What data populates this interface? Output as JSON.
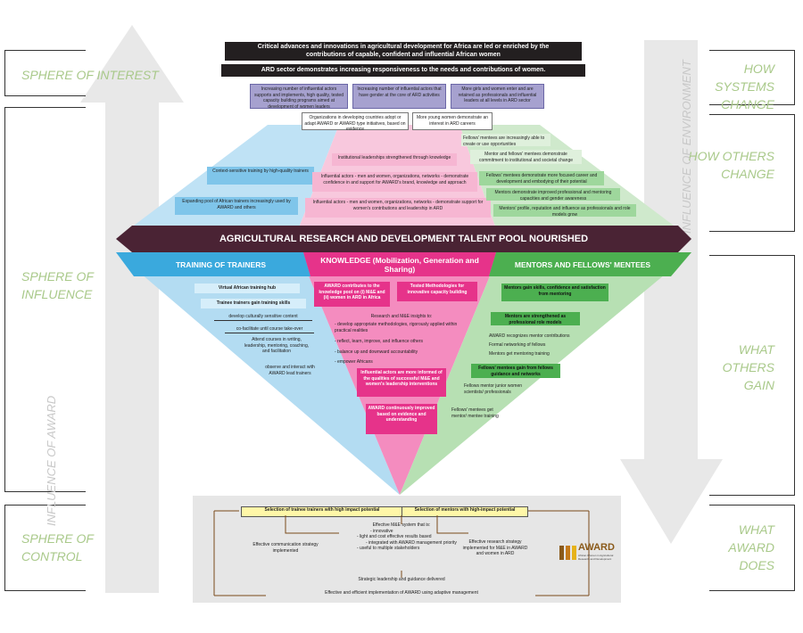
{
  "spheres": {
    "interest": "SPHERE OF INTEREST",
    "influence_line1": "SPHERE OF",
    "influence_line2": "INFLUENCE",
    "control_line1": "SPHERE OF",
    "control_line2": "CONTROL",
    "how_systems_line1": "HOW SYSTEMS",
    "how_systems_line2": "CHANGE",
    "how_others_line1": "HOW OTHERS",
    "how_others_line2": "CHANGE",
    "what_others_line1": "WHAT",
    "what_others_line2": "OTHERS",
    "what_others_line3": "GAIN",
    "what_award_line1": "WHAT",
    "what_award_line2": "AWARD",
    "what_award_line3": "DOES",
    "influence_of_award": "INFLUENCE OF AWARD",
    "influence_of_environment": "INFLUENCE OF ENVIRONMENT"
  },
  "top": {
    "critical_line1": "Critical advances and innovations in agricultural development for Africa are led or enriched by the",
    "critical_line2": "contributions of capable, confident and influential African women",
    "ard_sector": "ARD sector demonstrates increasing responsiveness to the needs and contributions of women.",
    "purple1": "Increasing number of influential actors supports and implements, high quality, tested capacity building programs aimed at development of women leaders",
    "purple2": "Increasing number of influential actors that have gender at the core of ARD activities",
    "purple3": "More girls and women enter and are retained as professionals and influential leaders at all levels in ARD sector",
    "org_box": "Organizations in developing countries adopt or adapt AWARD or AWARD type initiatives, based on evidence",
    "young_box": "More young women demonstrate an interest in ARD careers"
  },
  "upper": {
    "blue1": "Context-sensitive training by high-quality trainers",
    "blue2": "Expanding pool of African trainers increasingly used by AWARD and others",
    "pink1": "Institutional leaderships strengthened through knowledge",
    "pink2": "Influential actors - men and women, organizations, networks - demonstrate confidence in and support for AWARD's brand, knowledge and approach",
    "pink3": "Influential actors - men and women, organizations, networks - demonstrate support for women's contributions and leadership in ARD",
    "green1": "Fellows' mentees are increasingly able to create or use opportunities",
    "green2": "Mentor and fellows' mentees demonstrate commitment to institutional and societal change",
    "green3": "Fellows' mentees demonstrate more focused career and development and embodying of their potential",
    "green4": "Mentors demonstrate improved professional and mentoring capacities and gender awareness",
    "green5": "Mentors' profile, reputation and influence as professionals and role models grow"
  },
  "banner": "AGRICULTURAL RESEARCH AND DEVELOPMENT TALENT POOL NOURISHED",
  "columns": {
    "training": "TRAINING OF TRAINERS",
    "knowledge": "KNOWLEDGE (Mobilization, Generation and Sharing)",
    "mentors": "MENTORS AND FELLOWS' MENTEES"
  },
  "lower_blue": {
    "hub": "Virtual African training hub",
    "gain": "Trainee trainers gain training skills",
    "i1": "develop culturally sensitive content",
    "i2": "co-facilitate until course take-over",
    "i3": "Attend courses in writing, leadership, mentoring, coaching, and facilitation",
    "i4": "observe and interact with AWARD lead trainers"
  },
  "lower_pink": {
    "contrib": "AWARD contributes to the knowledge pool on (i) M&E and (ii) women in ARD in Africa",
    "tested": "Tested Methodologies for innovative capacity building",
    "insights": "Research and M&E insights to:",
    "i1": "- develop appropriate methodologies, rigorously applied within practical realities",
    "i2": "- reflect, learn, improve, and influence others",
    "i3": "- balance up and downward accountability",
    "i4": "- empower Africans",
    "informed": "Influential actors are more informed of the qualities of successful M&E and women's leadership interventions",
    "award_improved": "AWARD continuously improved based on evidence and understanding"
  },
  "lower_green": {
    "g1": "Mentors gain skills, confidence and satisfaction from mentoring",
    "g2": "Mentors are strengthened as professional role models",
    "g3": "AWARD recognizes mentor contributions",
    "g4": "Formal networking of fellows",
    "g5": "Mentors get mentoring training",
    "g6": "Fellows' mentees gain from fellows guidance and networks",
    "g7": "Fellows mentor junior women scientists/ professionals",
    "g8": "Fellows' mentees get mentor/ mentee training"
  },
  "bottom": {
    "sel_trainee": "Selection of trainee trainers with high impact potential",
    "sel_mentors": "Selection of mentors with high-impact potential",
    "me_title": "Effective M&E system that is:",
    "me1": "- innovative",
    "me2": "- light and cost effective results based",
    "me3": "- integrated with AWARD management priority",
    "me4": "- useful to multiple stakeholders",
    "comm": "Effective communication strategy implemented",
    "research": "Effective research strategy implemented for M&E in AWARD and women in ARD",
    "strategic": "Strategic leadership and guidance delivered",
    "efficient": "Effective and efficient implementation of AWARD using adaptive management",
    "logo_name": "AWARD",
    "logo_sub1": "African Women in Agricultural",
    "logo_sub2": "Research and Development"
  },
  "colors": {
    "blue": "#3aa9dd",
    "pink": "#e6338a",
    "green": "#4caf50",
    "banner": "#4a2334",
    "purple": "#a6a1cf",
    "sphere_text": "#a9c98a",
    "award_logo": "#8a5a1a"
  }
}
